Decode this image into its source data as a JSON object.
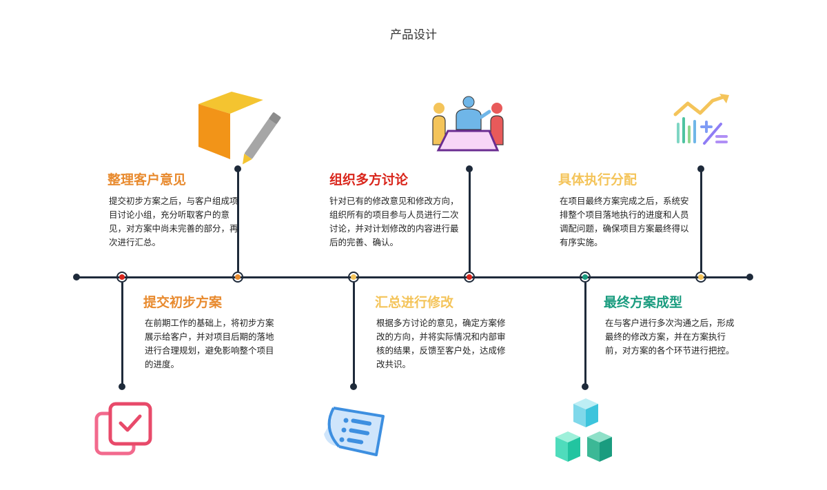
{
  "title": "产品设计",
  "colors": {
    "line": "#1e2a3a",
    "red": "#d9261c",
    "orange": "#e88a2e",
    "yellow": "#f4c45a",
    "teal": "#1a9c7f"
  },
  "steps": [
    {
      "title": "提交初步方案",
      "color": "#e88a2e",
      "node_color": "#d9261c",
      "icon": "checkbox-copy-icon",
      "desc": "在前期工作的基础上，将初步方案展示给客户，并对项目后期的落地进行合理规划，避免影响整个项目的进度。"
    },
    {
      "title": "整理客户意见",
      "color": "#e88a2e",
      "node_color": "#e88a2e",
      "icon": "box-pencil-icon",
      "desc": "提交初步方案之后，与客户组成项目讨论小组，充分听取客户的意见，对方案中尚未完善的部分，再次进行汇总。"
    },
    {
      "title": "汇总进行修改",
      "color": "#f4c45a",
      "node_color": "#f4c45a",
      "icon": "document-list-icon",
      "desc": "根据多方讨论的意见，确定方案修改的方向，并将实际情况和内部审核的结果，反馈至客户处，达成修改共识。"
    },
    {
      "title": "组织多方讨论",
      "color": "#d9261c",
      "node_color": "#d9261c",
      "icon": "meeting-icon",
      "desc": "针对已有的修改意见和修改方向，组织所有的项目参与人员进行二次讨论，并对计划修改的内容进行最后的完善、确认。"
    },
    {
      "title": "最终方案成型",
      "color": "#1a9c7f",
      "node_color": "#1a9c7f",
      "icon": "cubes-icon",
      "desc": "在与客户进行多次沟通之后，形成最终的修改方案，并在方案执行前，对方案的各个环节进行把控。"
    },
    {
      "title": "具体执行分配",
      "color": "#f4c45a",
      "node_color": "#f4c45a",
      "icon": "chart-growth-icon",
      "desc": "在项目最终方案完成之后，系统安排整个项目落地执行的进度和人员调配问题，确保项目方案最终得以有序实施。"
    }
  ]
}
